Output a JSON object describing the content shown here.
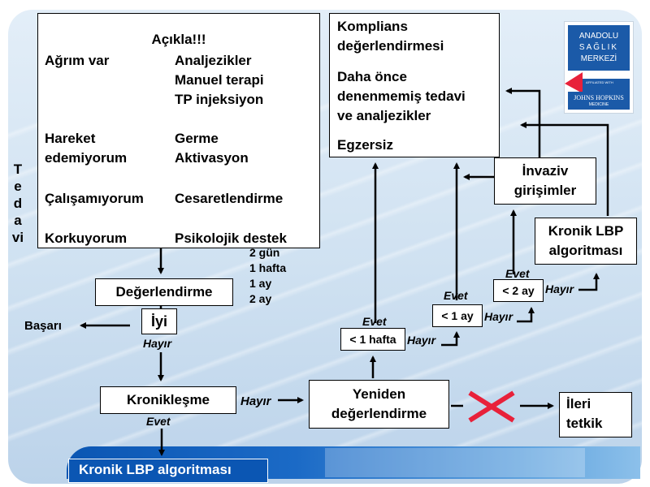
{
  "left_box": {
    "heading": "Açıkla!!!",
    "rows": [
      {
        "problem": "Ağrım var",
        "treatment": "Analjezikler\nManuel terapi\nTP injeksiyon"
      },
      {
        "problem": "Hareket\nedemiyorum",
        "treatment": "Germe\nAktivasyon"
      },
      {
        "problem": "Çalışamıyorum",
        "treatment": "Cesaretlendirme"
      },
      {
        "problem": "Korkuyorum",
        "treatment": "Psikolojik destek"
      }
    ]
  },
  "side_label": "Tedavi",
  "top_right_box": {
    "line1": "Komplians\ndeğerlendirmesi",
    "line2": "Daha önce\ndenenmemiş tedavi\nve analjezikler",
    "line3": "Egzersiz"
  },
  "logo": {
    "line1": "ANADOLU",
    "line2": "SAĞLIK",
    "line3": "MERKEZİ",
    "small": "AFFILIATED WITH",
    "partner": "JOHNS HOPKINS",
    "partner_sub": "MEDICINE"
  },
  "durations": [
    "2 gün",
    "1 hafta",
    "1 ay",
    "2 ay"
  ],
  "boxes": {
    "degerlendirme": "Değerlendirme",
    "iyi": "İyi",
    "kroniklesme": "Kronikleşme",
    "yeniden": "Yeniden\ndeğerlendirme",
    "ileri": "İleri\ntetkik",
    "kronik_lbp_right": "Kronik LBP\nalgoritması",
    "invaziv": "İnvaziv\ngirişimler",
    "lt1hafta": "< 1 hafta",
    "lt1ay": "< 1 ay",
    "lt2ay": "< 2 ay",
    "bottom_bar_box": "Kronik LBP algoritması"
  },
  "labels": {
    "basari": "Başarı",
    "hayir": "Hayır",
    "evet": "Evet"
  },
  "colors": {
    "cross": "#e8213a",
    "bar": "#0b56b3"
  }
}
